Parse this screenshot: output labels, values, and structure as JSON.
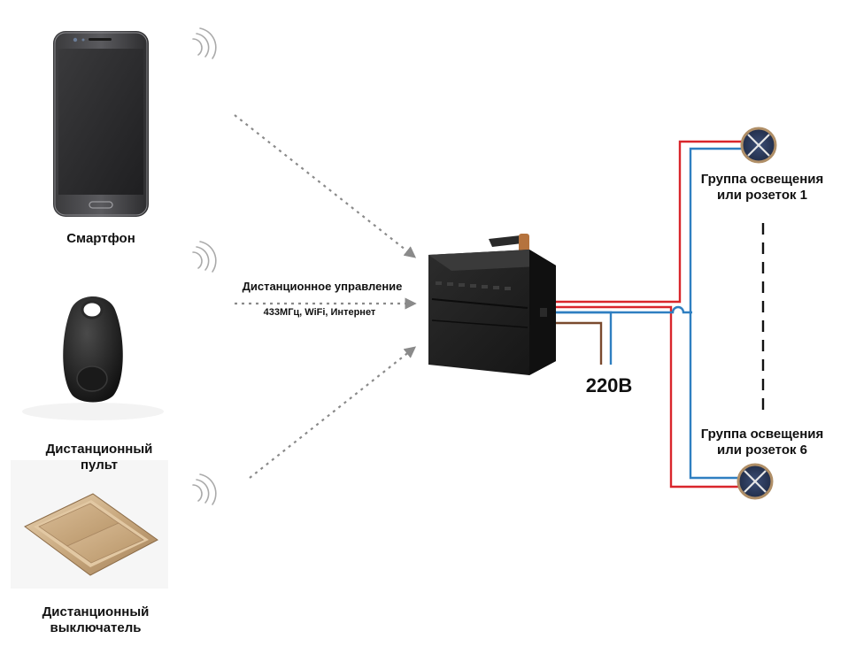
{
  "devices": {
    "smartphone": {
      "label": "Смартфон"
    },
    "remote": {
      "label_line1": "Дистанционный",
      "label_line2": "пульт"
    },
    "switch": {
      "label_line1": "Дистанционный",
      "label_line2": "выключатель"
    }
  },
  "remote_control": {
    "title": "Дистанционное управление",
    "subtitle": "433МГц, WiFi, Интернет"
  },
  "power": {
    "voltage_label": "220В"
  },
  "load_groups": [
    {
      "line1": "Группа освещения",
      "line2": "или розеток 1"
    },
    {
      "line1": "Группа освещения",
      "line2": "или розеток 6"
    }
  ],
  "colors": {
    "phase_wire": "#d9262c",
    "neutral_wire": "#2f7fc1",
    "input_wire": "#7a4a2e",
    "lamp_fill": "#2b3a5c",
    "lamp_rim": "#b08f67",
    "controller": "#1e1e1e",
    "antenna_tip": "#b5733e",
    "dotted_arrow": "#8a8a8a",
    "switch_gold": "#c9a97f"
  },
  "icons": {
    "wifi": "wifi-signal-icon",
    "lamp": "lamp-icon",
    "controller": "relay-controller-icon"
  }
}
